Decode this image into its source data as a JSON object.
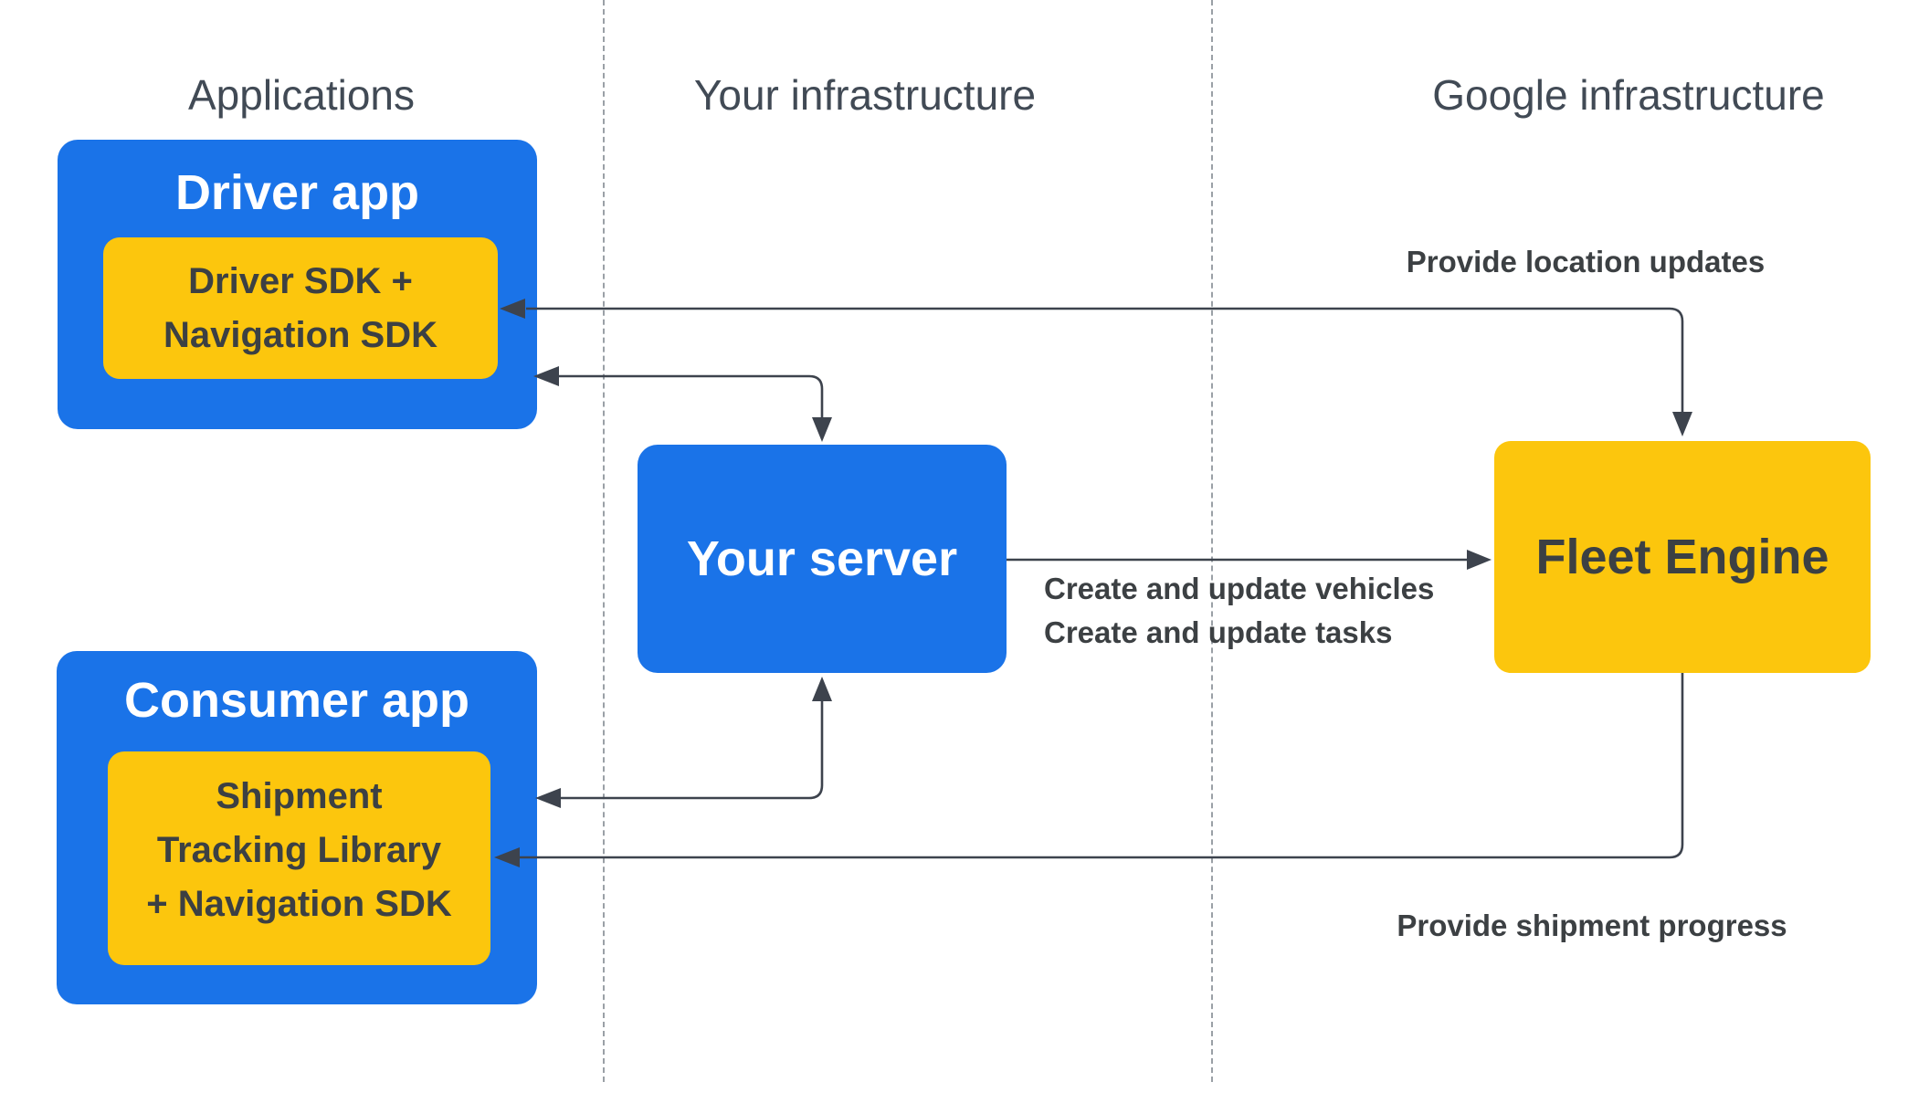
{
  "columns": [
    "Applications",
    "Your infrastructure",
    "Google infrastructure"
  ],
  "nodes": {
    "driver_app": {
      "title": "Driver app",
      "sdk_lines": [
        "Driver SDK +",
        "Navigation SDK"
      ]
    },
    "consumer_app": {
      "title": "Consumer app",
      "sdk_lines": [
        "Shipment",
        "Tracking Library",
        "+ Navigation SDK"
      ]
    },
    "your_server": {
      "title": "Your server"
    },
    "fleet_engine": {
      "title": "Fleet Engine"
    }
  },
  "edges": {
    "driver_fleet_label": "Provide location updates",
    "server_fleet_label_line1": "Create and update vehicles",
    "server_fleet_label_line2": "Create and update tasks",
    "fleet_consumer_label": "Provide shipment progress"
  },
  "colors": {
    "blue": "#1a73e8",
    "yellow": "#fcc60d",
    "arrow": "#3d434d",
    "label": "#3c4043",
    "header": "#414a55",
    "divider": "#9aa0a6",
    "title": "#ffffff",
    "bg": "#ffffff"
  }
}
